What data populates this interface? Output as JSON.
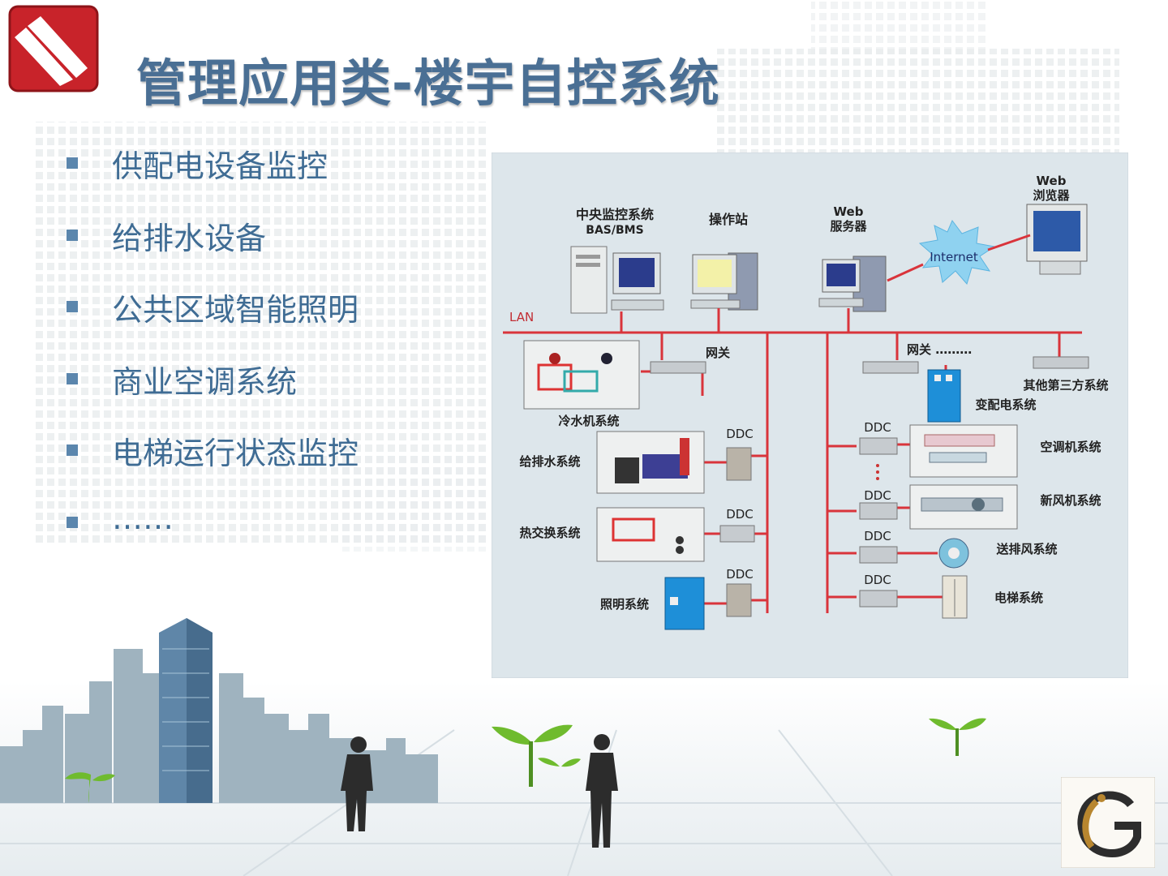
{
  "slide": {
    "title": "管理应用类-楼宇自控系统",
    "bullets": [
      "供配电设备监控",
      "给排水设备",
      "公共区域智能照明",
      "商业空调系统",
      "电梯运行状态监控",
      "……"
    ]
  },
  "diagram": {
    "central": "中央监控系统",
    "central_sub": "BAS/BMS",
    "operator": "操作站",
    "web_server_1": "Web",
    "web_server_2": "服务器",
    "internet": "Internet",
    "web_browser_1": "Web",
    "web_browser_2": "浏览器",
    "lan": "LAN",
    "gateway_1": "网关",
    "gateway_2": "网关 ………",
    "third_party": "其他第三方系统",
    "chiller": "冷水机系统",
    "power": "变配电系统",
    "water": "给排水系统",
    "heat": "热交换系统",
    "lighting": "照明系统",
    "ddc": "DDC",
    "ahu": "空调机系统",
    "fresh_air": "新风机系统",
    "fan": "送排风系统",
    "elevator": "电梯系统"
  },
  "colors": {
    "title": "#4a6f94",
    "bullet_text": "#3f6c94",
    "bullet_square": "#5b86ad",
    "lan_line": "#d9343b",
    "logo_red": "#c8232a"
  }
}
